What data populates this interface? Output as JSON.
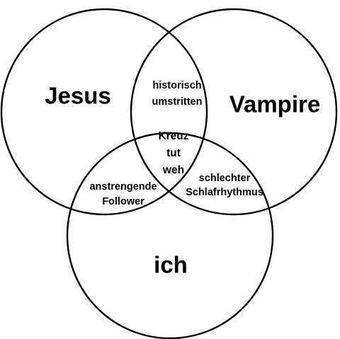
{
  "venn": {
    "sets": {
      "left": "Jesus",
      "right": "Vampire",
      "bottom": "ich"
    },
    "overlaps": {
      "left_right": [
        "historisch",
        "umstritten"
      ],
      "left_bottom": [
        "anstrengende",
        "Follower"
      ],
      "right_bottom": [
        "schlechter",
        "Schlafrhythmus"
      ],
      "center": [
        "Kreuz",
        "tut",
        "weh"
      ]
    }
  }
}
